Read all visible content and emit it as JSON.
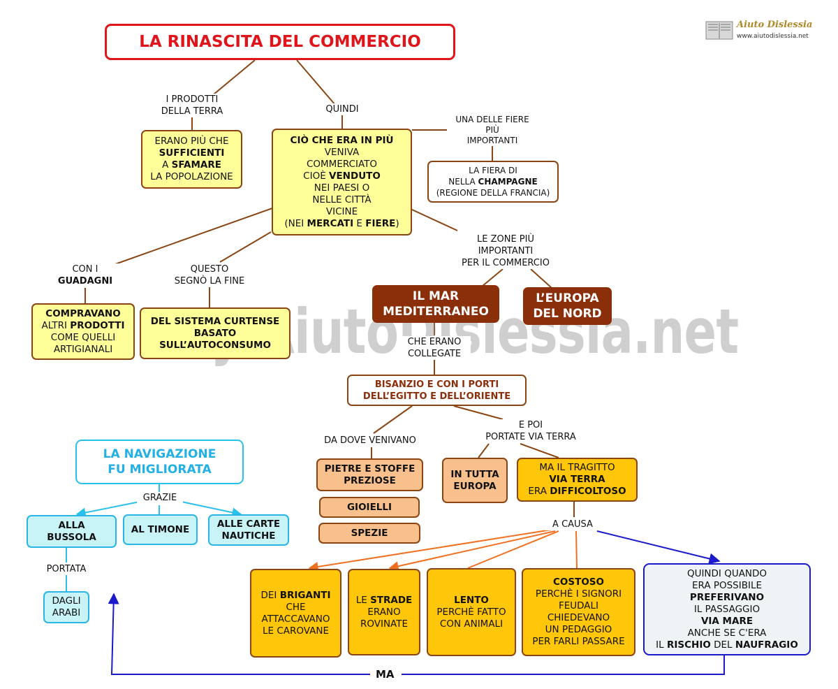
{
  "title": "LA RINASCITA DEL COMMERCIO",
  "logo": {
    "name": "Aiuto Dislessia",
    "url": "www.aiutodislessia.net",
    "icon": "book-icon"
  },
  "watermark": "By AiutoDislessia.net",
  "labels": {
    "prodotti": [
      "I PRODOTTI",
      "DELLA TERRA"
    ],
    "quindi": "QUINDI",
    "fiere": [
      "UNA DELLE FIERE",
      "PIÙ",
      "IMPORTANTI"
    ],
    "zone": [
      "LE ZONE PIÙ",
      "IMPORTANTI",
      "PER IL COMMERCIO"
    ],
    "guadagni_1": "CON I",
    "guadagni_2": "GUADAGNI",
    "questo": [
      "QUESTO",
      "SEGNÒ LA FINE"
    ],
    "collegate": [
      "CHE ERANO",
      "COLLEGATE"
    ],
    "da_dove": "DA DOVE VENIVANO",
    "e_poi": [
      "E POI",
      "PORTATE VIA TERRA"
    ],
    "grazie": "GRAZIE",
    "portata": "PORTATA",
    "a_causa": "A CAUSA",
    "ma": "MA"
  },
  "boxes": {
    "sufficienti": {
      "l1": "ERANO PIÙ CHE",
      "l2": "SUFFICIENTI",
      "l3a": "A ",
      "l3b": "SFAMARE",
      "l4": "LA POPOLAZIONE"
    },
    "center": {
      "l1": "CIÒ CHE ERA IN PIÙ",
      "l2": "VENIVA",
      "l3": "COMMERCIATO",
      "l4a": "CIOÈ ",
      "l4b": "VENDUTO",
      "l5": "NEI PAESI O",
      "l6": "NELLE CITTÀ",
      "l7": "VICINE",
      "l8a": "(NEI ",
      "l8b": "MERCATI",
      "l8c": " E ",
      "l8d": "FIERE",
      "l8e": ")"
    },
    "champagne": {
      "l1": "LA FIERA DI",
      "l2a": "NELLA ",
      "l2b": "CHAMPAGNE",
      "l3": "(REGIONE DELLA FRANCIA)"
    },
    "mediterraneo": [
      "IL  MAR",
      "MEDITERRANEO"
    ],
    "europa_nord": [
      "L’EUROPA",
      "DEL NORD"
    ],
    "compravano": {
      "l1": "COMPRAVANO",
      "l2a": "ALTRI ",
      "l2b": "PRODOTTI",
      "l3": "COME QUELLI",
      "l4": "ARTIGIANALI"
    },
    "curtense": [
      "DEL SISTEMA CURTENSE",
      "BASATO",
      "SULL’AUTOCONSUMO"
    ],
    "bisanzio": [
      "BISANZIO E CON I PORTI",
      "DELL’EGITTO E DELL’ORIENTE"
    ],
    "pietre": [
      "PIETRE E STOFFE",
      "PREZIOSE"
    ],
    "gioielli": "GIOIELLI",
    "spezie": "SPEZIE",
    "tutta_europa": [
      "IN TUTTA",
      "EUROPA"
    ],
    "tragitto": {
      "l1": "MA IL TRAGITTO",
      "l2": "VIA TERRA",
      "l3a": "ERA ",
      "l3b": "DIFFICOLTOSO"
    },
    "navigazione": [
      "LA NAVIGAZIONE",
      "FU MIGLIORATA"
    ],
    "bussola": [
      "ALLA",
      "BUSSOLA"
    ],
    "timone": "AL TIMONE",
    "carte": [
      "ALLE CARTE",
      "NAUTICHE"
    ],
    "arabi": [
      "DAGLI",
      "ARABI"
    ],
    "briganti": {
      "l1a": "DEI ",
      "l1b": "BRIGANTI",
      "l2": "CHE",
      "l3": "ATTACCAVANO",
      "l4": "LE CAROVANE"
    },
    "strade": {
      "l1a": "LE ",
      "l1b": "STRADE",
      "l2": "ERANO",
      "l3": "ROVINATE"
    },
    "lento": {
      "l1": "LENTO",
      "l2": "PERCHÈ FATTO",
      "l3": "CON ANIMALI"
    },
    "costoso": {
      "l1": "COSTOSO",
      "l2": "PERCHÈ I SIGNORI",
      "l3": "FEUDALI",
      "l4": "CHIEDEVANO",
      "l5": "UN PEDAGGIO",
      "l6": "PER FARLI PASSARE"
    },
    "quindi_quando": {
      "l1": "QUINDI QUANDO",
      "l2": "ERA POSSIBILE",
      "l3": "PREFERIVANO",
      "l4": "IL PASSAGGIO",
      "l5": "VIA MARE",
      "l6": "ANCHE SE C'ERA",
      "l7a": "IL ",
      "l7b": "RISCHIO",
      "l7c": " DEL ",
      "l7d": "NAUFRAGIO"
    }
  },
  "colors": {
    "title_red": "#e0141b",
    "brown": "#8b2e0a",
    "orange_line": "#f07020",
    "cyan": "#29c0ec",
    "blue": "#1a1acc",
    "yellow": "#ffff99",
    "gold": "#ffc60a",
    "peach": "#f8c08d"
  }
}
